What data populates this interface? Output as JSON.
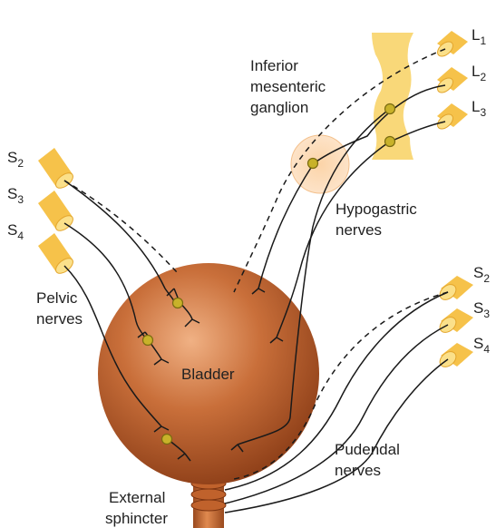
{
  "labels": {
    "ganglion": [
      "Inferior",
      "mesenteric",
      "ganglion"
    ],
    "hypogastric": [
      "Hypogastric",
      "nerves"
    ],
    "pelvic": [
      "Pelvic",
      "nerves"
    ],
    "bladder": "Bladder",
    "pudendal": [
      "Pudendal",
      "nerves"
    ],
    "sphincter": [
      "External",
      "sphincter"
    ]
  },
  "roots": {
    "lumbar_left": [
      {
        "letter": "L",
        "sub": "1"
      },
      {
        "letter": "L",
        "sub": "2"
      },
      {
        "letter": "L",
        "sub": "3"
      }
    ],
    "sacral_left": [
      {
        "letter": "S",
        "sub": "2"
      },
      {
        "letter": "S",
        "sub": "3"
      },
      {
        "letter": "S",
        "sub": "4"
      }
    ],
    "sacral_right": [
      {
        "letter": "S",
        "sub": "2"
      },
      {
        "letter": "S",
        "sub": "3"
      },
      {
        "letter": "S",
        "sub": "4"
      }
    ]
  },
  "colors": {
    "bladder_light": "#e8a070",
    "bladder_mid": "#c46a36",
    "bladder_dark": "#8e3f18",
    "root_fill": "#f6c24a",
    "root_end": "#fbe08a",
    "ganglion_halo": "#fbd9b0",
    "vertebra": "#f9d879",
    "synapse": "#c8b22a"
  }
}
